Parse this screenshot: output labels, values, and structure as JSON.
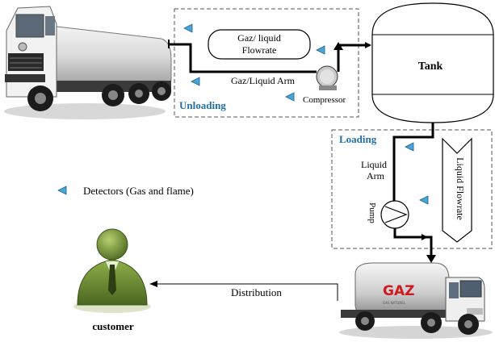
{
  "labels": {
    "gas_liquid_flowrate_line1": "Gaz/ liquid",
    "gas_liquid_flowrate_line2": "Flowrate",
    "gas_liquid_arm": "Gaz/Liquid Arm",
    "compressor": "Compressor",
    "unloading": "Unloading",
    "tank": "Tank",
    "loading": "Loading",
    "liquid_arm_line1": "Liquid",
    "liquid_arm_line2": "Arm",
    "liquid_flowrate": "Liquid Flowrate",
    "pump": "Pump",
    "detectors_legend": "Detectors (Gas and flame)",
    "distribution": "Distribution",
    "customer": "customer"
  },
  "truck_logo": {
    "brand_text": "GAZ",
    "sub_text": "GAS NATUREL"
  },
  "icons": {
    "detector": "detector-triangle-icon",
    "compressor": "compressor-icon",
    "pump": "pump-icon",
    "supply_truck": "tanker-truck-icon",
    "gaz_truck": "gaz-tanker-truck-icon",
    "customer": "person-icon"
  },
  "colors": {
    "section_title": "#1f6fa8",
    "detector_fill": "#4aa6d8",
    "line": "#000000",
    "dashed_border": "#555555",
    "customer_green": "#6e8a3c"
  }
}
